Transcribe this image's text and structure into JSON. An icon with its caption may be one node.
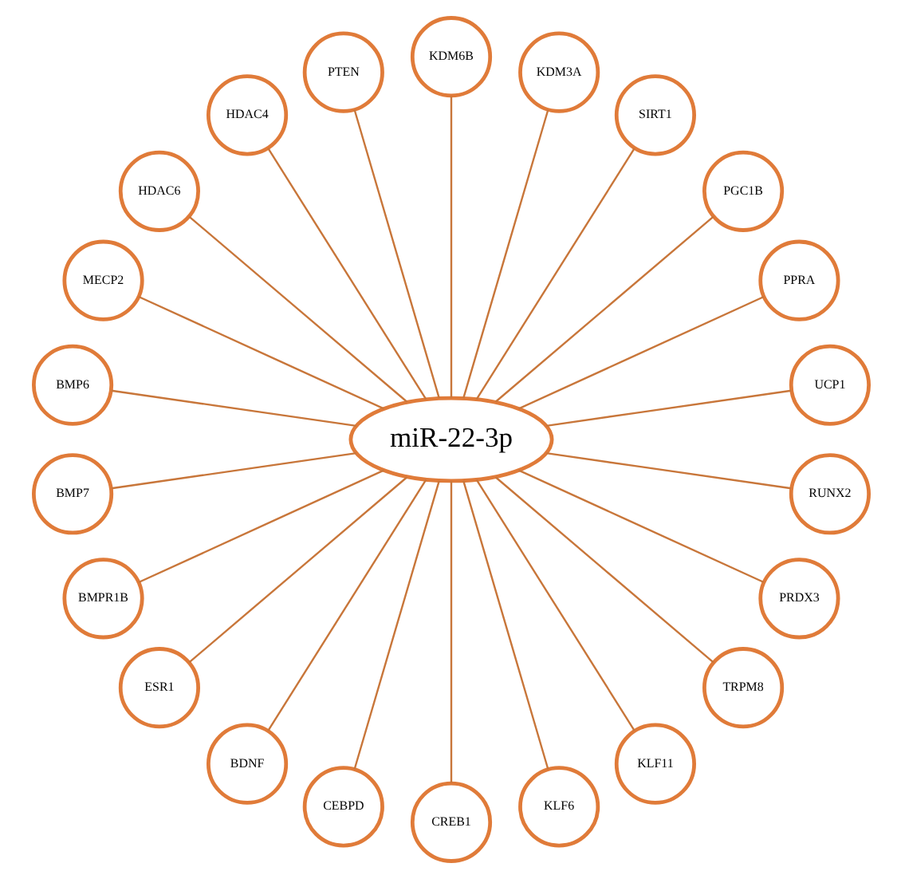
{
  "diagram": {
    "nodes": [
      {
        "text": [
          "miR-22-3p"
        ]
      },
      {
        "text": [
          "UCP1"
        ]
      },
      {
        "text": [
          "PPRA"
        ]
      },
      {
        "text": [
          "PGC1B"
        ]
      },
      {
        "text": [
          "SIRT1"
        ]
      },
      {
        "text": [
          "KDM3A"
        ]
      },
      {
        "text": [
          "KDM6B"
        ]
      },
      {
        "text": [
          "PTEN"
        ]
      },
      {
        "text": [
          "HDAC4"
        ]
      },
      {
        "text": [
          "HDAC6"
        ]
      },
      {
        "text": [
          "MECP2"
        ]
      },
      {
        "text": [
          "BMP6"
        ]
      },
      {
        "text": [
          "BMP7"
        ]
      },
      {
        "text": [
          "BMPR1B"
        ]
      },
      {
        "text": [
          "ESR1"
        ]
      },
      {
        "text": [
          "BDNF"
        ]
      },
      {
        "text": [
          "CEBPD"
        ]
      },
      {
        "text": [
          "CREB1"
        ]
      },
      {
        "text": [
          "KLF6"
        ]
      },
      {
        "text": [
          "KLF11"
        ]
      },
      {
        "text": [
          "TRPM8"
        ]
      },
      {
        "text": [
          "PRDX3"
        ]
      },
      {
        "text": [
          "RUNX2"
        ]
      }
    ],
    "edges": [
      {
        "from": 0,
        "to": 1,
        "arrow": "none"
      },
      {
        "from": 0,
        "to": 2,
        "arrow": "none"
      },
      {
        "from": 0,
        "to": 3,
        "arrow": "none"
      },
      {
        "from": 0,
        "to": 4,
        "arrow": "none"
      },
      {
        "from": 0,
        "to": 5,
        "arrow": "none"
      },
      {
        "from": 0,
        "to": 6,
        "arrow": "none"
      },
      {
        "from": 0,
        "to": 7,
        "arrow": "none"
      },
      {
        "from": 0,
        "to": 8,
        "arrow": "none"
      },
      {
        "from": 0,
        "to": 9,
        "arrow": "none"
      },
      {
        "from": 0,
        "to": 10,
        "arrow": "none"
      },
      {
        "from": 0,
        "to": 11,
        "arrow": "none"
      },
      {
        "from": 0,
        "to": 12,
        "arrow": "none"
      },
      {
        "from": 0,
        "to": 13,
        "arrow": "none"
      },
      {
        "from": 0,
        "to": 14,
        "arrow": "none"
      },
      {
        "from": 0,
        "to": 15,
        "arrow": "none"
      },
      {
        "from": 0,
        "to": 16,
        "arrow": "none"
      },
      {
        "from": 0,
        "to": 17,
        "arrow": "none"
      },
      {
        "from": 0,
        "to": 18,
        "arrow": "none"
      },
      {
        "from": 0,
        "to": 19,
        "arrow": "none"
      },
      {
        "from": 0,
        "to": 20,
        "arrow": "none"
      },
      {
        "from": 0,
        "to": 21,
        "arrow": "none"
      },
      {
        "from": 0,
        "to": 22,
        "arrow": "none"
      }
    ]
  }
}
